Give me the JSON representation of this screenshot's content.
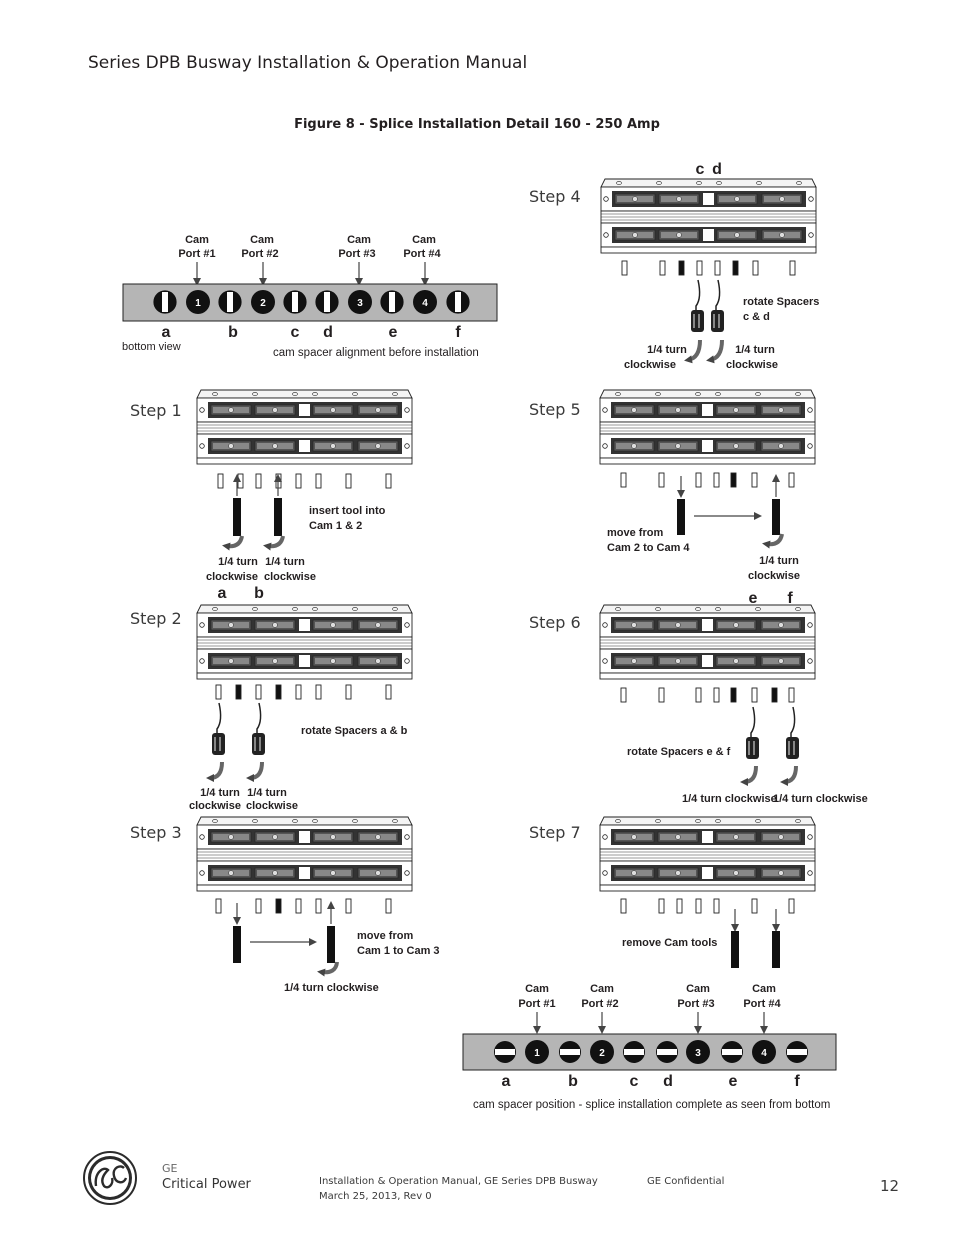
{
  "header": {
    "title": "Series DPB Busway Installation & Operation Manual"
  },
  "figure": {
    "caption": "Figure 8 - Splice Installation Detail 160 - 250 Amp",
    "cam_port_labels": [
      "Cam",
      "Port #1",
      "Cam",
      "Port #2",
      "Cam",
      "Port #3",
      "Cam",
      "Port #4"
    ],
    "port_numbers": [
      "1",
      "2",
      "3",
      "4"
    ],
    "spacer_letters": [
      "a",
      "b",
      "c",
      "d",
      "e",
      "f"
    ],
    "top_diagram": {
      "left_note": "bottom view",
      "center_note": "cam spacer alignment before installation"
    },
    "bottom_diagram": {
      "note": "cam spacer position - splice installation complete as seen from bottom"
    },
    "steps": {
      "s1": {
        "label": "Step 1",
        "note_1": "insert tool into",
        "note_2": "Cam 1 & 2",
        "turn_1": "1/4 turn",
        "turn_2": "clockwise"
      },
      "s2": {
        "label": "Step 2",
        "note": "rotate Spacers a & b",
        "turn_1": "1/4 turn",
        "turn_2": "clockwise"
      },
      "s3": {
        "label": "Step 3",
        "note_1": "move from",
        "note_2": "Cam 1 to Cam 3",
        "turn": "1/4 turn clockwise"
      },
      "s4": {
        "label": "Step 4",
        "note_1": "rotate Spacers",
        "note_2": "c & d",
        "turn_1": "1/4 turn",
        "turn_2": "clockwise"
      },
      "s5": {
        "label": "Step 5",
        "note_1": "move from",
        "note_2": "Cam 2 to Cam 4",
        "turn_1": "1/4 turn",
        "turn_2": "clockwise"
      },
      "s6": {
        "label": "Step 6",
        "note": "rotate Spacers e & f",
        "turn": "1/4 turn clockwise"
      },
      "s7": {
        "label": "Step 7",
        "note": "remove Cam tools"
      }
    }
  },
  "footer": {
    "brand_line1": "GE",
    "brand_line2": "Critical Power",
    "doc_line1": "Installation & Operation Manual, GE Series DPB Busway",
    "doc_line2": "March 25, 2013, Rev 0",
    "confidential": "GE Confidential",
    "page_number": "12"
  }
}
